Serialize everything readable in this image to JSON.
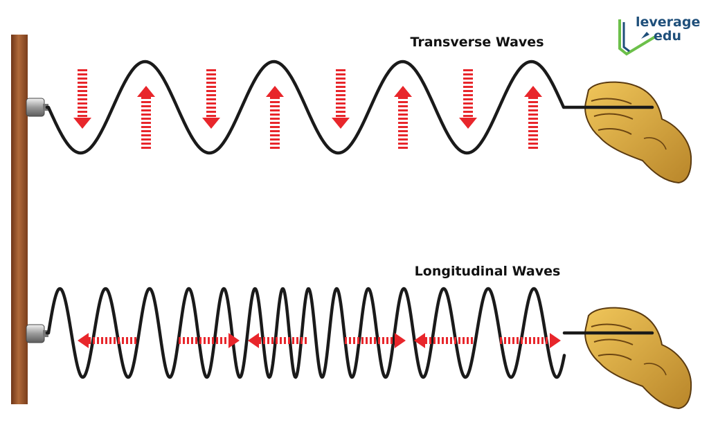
{
  "logo": {
    "line1": "leverage",
    "line2": "edu"
  },
  "transverse": {
    "title": "Transverse Waves",
    "arrow_directions": [
      "down",
      "up",
      "down",
      "up",
      "down",
      "up",
      "down",
      "up"
    ]
  },
  "longitudinal": {
    "title": "Longitudinal Waves",
    "arrow_directions": [
      "left",
      "right",
      "left",
      "right",
      "left",
      "right"
    ]
  },
  "colors": {
    "wave": "#1a1a1a",
    "arrow": "#e8262b",
    "wall": "#8a4a22",
    "hand": "#d9a93c",
    "logo_blue": "#1f4f7a",
    "logo_green": "#6cc04a"
  }
}
